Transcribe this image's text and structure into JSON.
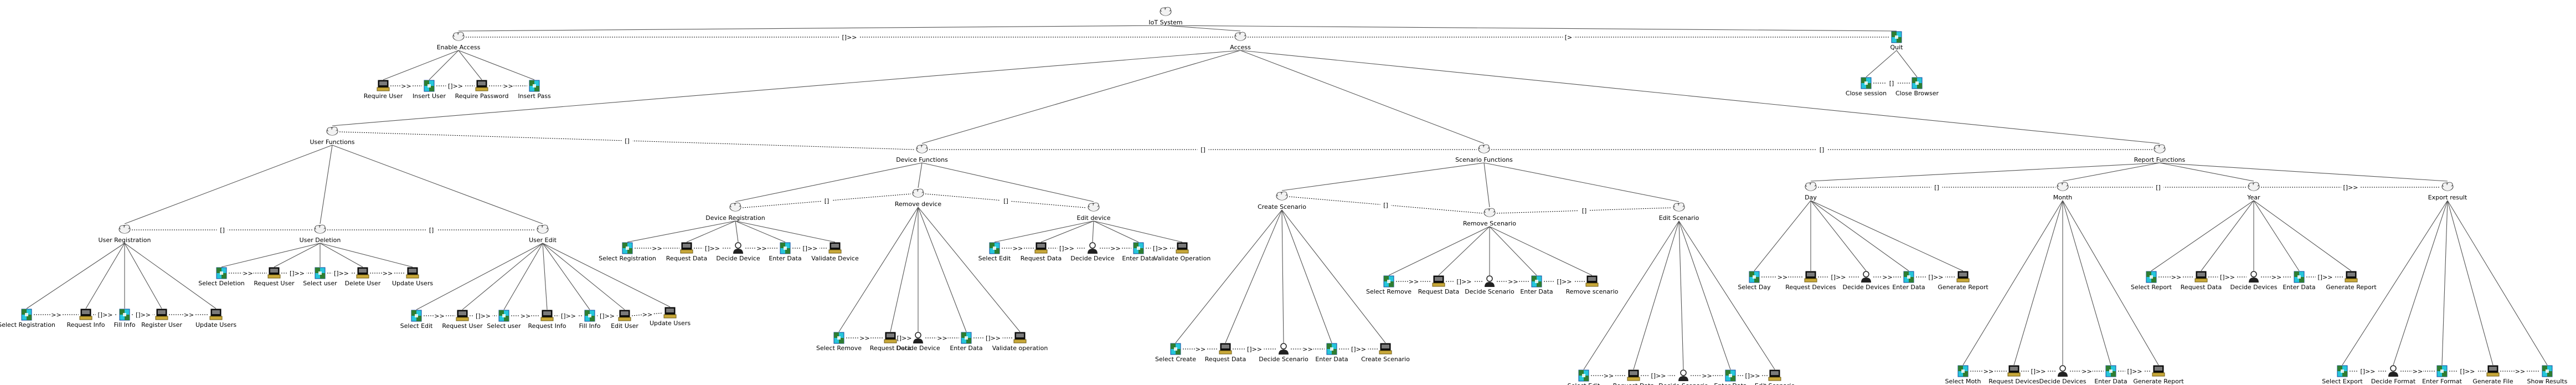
{
  "tasks": {
    "root": {
      "label": "IoT System",
      "kind": "abstract"
    },
    "enable_access": {
      "label": "Enable Access",
      "kind": "abstract"
    },
    "access": {
      "label": "Access",
      "kind": "abstract"
    },
    "quit": {
      "label": "Quit",
      "kind": "interaction"
    },
    "require_user": {
      "label": "Require User",
      "kind": "application"
    },
    "insert_user": {
      "label": "Insert User",
      "kind": "interaction"
    },
    "require_password": {
      "label": "Require Password",
      "kind": "application"
    },
    "insert_pass": {
      "label": "Insert Pass",
      "kind": "interaction"
    },
    "close_session": {
      "label": "Close session",
      "kind": "interaction"
    },
    "close_browser": {
      "label": "Close Browser",
      "kind": "interaction"
    },
    "user_functions": {
      "label": "User Functions",
      "kind": "abstract"
    },
    "device_functions": {
      "label": "Device Functions",
      "kind": "abstract"
    },
    "scenario_functions": {
      "label": "Scenario Functions",
      "kind": "abstract"
    },
    "report_functions": {
      "label": "Report Functions",
      "kind": "abstract"
    },
    "user_registration": {
      "label": "User Registration",
      "kind": "abstract"
    },
    "user_deletion": {
      "label": "User Deletion",
      "kind": "abstract"
    },
    "user_edit": {
      "label": "User Edit",
      "kind": "abstract"
    },
    "ur_select": {
      "label": "Select Registration",
      "kind": "interaction"
    },
    "ur_request": {
      "label": "Request Info",
      "kind": "application"
    },
    "ur_fill": {
      "label": "Fill Info",
      "kind": "interaction"
    },
    "ur_register": {
      "label": "Register User",
      "kind": "application"
    },
    "ur_update": {
      "label": "Update Users",
      "kind": "application"
    },
    "ud_select": {
      "label": "Select Deletion",
      "kind": "interaction"
    },
    "ud_request": {
      "label": "Request User",
      "kind": "application"
    },
    "ud_selectuser": {
      "label": "Select user",
      "kind": "interaction"
    },
    "ud_delete": {
      "label": "Delete User",
      "kind": "application"
    },
    "ud_update": {
      "label": "Update Users",
      "kind": "application"
    },
    "ue_select": {
      "label": "Select Edit",
      "kind": "interaction"
    },
    "ue_request": {
      "label": "Request User",
      "kind": "application"
    },
    "ue_selectuser": {
      "label": "Select user",
      "kind": "interaction"
    },
    "ue_reqinfo": {
      "label": "Request Info",
      "kind": "application"
    },
    "ue_fill": {
      "label": "Fill Info",
      "kind": "interaction"
    },
    "ue_edit": {
      "label": "Edit User",
      "kind": "application"
    },
    "ue_update": {
      "label": "Update Users",
      "kind": "application"
    },
    "device_registration": {
      "label": "Device Registration",
      "kind": "abstract"
    },
    "remove_device": {
      "label": "Remove device",
      "kind": "abstract"
    },
    "edit_device": {
      "label": "Edit device",
      "kind": "abstract"
    },
    "dr_select": {
      "label": "Select Registration",
      "kind": "interaction"
    },
    "dr_request": {
      "label": "Request Data",
      "kind": "application"
    },
    "dr_decide": {
      "label": "Decide Device",
      "kind": "user"
    },
    "dr_enter": {
      "label": "Enter Data",
      "kind": "interaction"
    },
    "dr_validate": {
      "label": "Validate Device",
      "kind": "application"
    },
    "rd_select": {
      "label": "Select Remove",
      "kind": "interaction"
    },
    "rd_request": {
      "label": "Request Data",
      "kind": "application"
    },
    "rd_decide": {
      "label": "Decide Device",
      "kind": "user"
    },
    "rd_enter": {
      "label": "Enter Data",
      "kind": "interaction"
    },
    "rd_validate": {
      "label": "Validate operation",
      "kind": "application"
    },
    "ed_select": {
      "label": "Select Edit",
      "kind": "interaction"
    },
    "ed_request": {
      "label": "Request Data",
      "kind": "application"
    },
    "ed_decide": {
      "label": "Decide Device",
      "kind": "user"
    },
    "ed_enter": {
      "label": "Enter Data",
      "kind": "interaction"
    },
    "ed_validate": {
      "label": "Validate Operation",
      "kind": "application"
    },
    "create_scenario": {
      "label": "Create Scenario",
      "kind": "abstract"
    },
    "remove_scenario": {
      "label": "Remove Scenario",
      "kind": "abstract"
    },
    "edit_scenario": {
      "label": "Edit Scenario",
      "kind": "abstract"
    },
    "cs_select": {
      "label": "Select Create",
      "kind": "interaction"
    },
    "cs_request": {
      "label": "Request Data",
      "kind": "application"
    },
    "cs_decide": {
      "label": "Decide Scenario",
      "kind": "user"
    },
    "cs_enter": {
      "label": "Enter Data",
      "kind": "interaction"
    },
    "cs_create": {
      "label": "Create Scenario",
      "kind": "application"
    },
    "rs_select": {
      "label": "Select Remove",
      "kind": "interaction"
    },
    "rs_request": {
      "label": "Request Data",
      "kind": "application"
    },
    "rs_decide": {
      "label": "Decide Scenario",
      "kind": "user"
    },
    "rs_enter": {
      "label": "Enter Data",
      "kind": "interaction"
    },
    "rs_remove": {
      "label": "Remove scenario",
      "kind": "application"
    },
    "es_select": {
      "label": "Select Edit",
      "kind": "interaction"
    },
    "es_request": {
      "label": "Request Data",
      "kind": "application"
    },
    "es_decide": {
      "label": "Decide Scenario",
      "kind": "user"
    },
    "es_enter": {
      "label": "Enter Data",
      "kind": "interaction"
    },
    "es_edit": {
      "label": "Edit Scenario",
      "kind": "application"
    },
    "day": {
      "label": "Day",
      "kind": "abstract"
    },
    "month": {
      "label": "Month",
      "kind": "abstract"
    },
    "year": {
      "label": "Year",
      "kind": "abstract"
    },
    "export_result": {
      "label": "Export result",
      "kind": "abstract"
    },
    "d_select": {
      "label": "Select Day",
      "kind": "interaction"
    },
    "d_request": {
      "label": "Request Devices",
      "kind": "application"
    },
    "d_decide": {
      "label": "Decide Devices",
      "kind": "user"
    },
    "d_enter": {
      "label": "Enter Data",
      "kind": "interaction"
    },
    "d_generate": {
      "label": "Generate Report",
      "kind": "application"
    },
    "m_select": {
      "label": "Select Moth",
      "kind": "interaction"
    },
    "m_request": {
      "label": "Request Devices",
      "kind": "application"
    },
    "m_decide": {
      "label": "Decide Devices",
      "kind": "user"
    },
    "m_enter": {
      "label": "Enter Data",
      "kind": "interaction"
    },
    "m_generate": {
      "label": "Generate Report",
      "kind": "application"
    },
    "y_select": {
      "label": "Select Report",
      "kind": "interaction"
    },
    "y_request": {
      "label": "Request Data",
      "kind": "application"
    },
    "y_decide": {
      "label": "Decide Devices",
      "kind": "user"
    },
    "y_enter": {
      "label": "Enter Data",
      "kind": "interaction"
    },
    "y_generate": {
      "label": "Generate Report",
      "kind": "application"
    },
    "x_select": {
      "label": "Select Export",
      "kind": "interaction"
    },
    "x_decide": {
      "label": "Decide Format",
      "kind": "user"
    },
    "x_enter": {
      "label": "Enter Format",
      "kind": "interaction"
    },
    "x_generate": {
      "label": "Generate File",
      "kind": "application"
    },
    "x_show": {
      "label": "Show Results",
      "kind": "interaction"
    }
  },
  "tree": [
    [
      "root",
      [
        "enable_access",
        "access",
        "quit"
      ]
    ],
    [
      "enable_access",
      [
        "require_user",
        "insert_user",
        "require_password",
        "insert_pass"
      ]
    ],
    [
      "quit",
      [
        "close_session",
        "close_browser"
      ]
    ],
    [
      "access",
      [
        "user_functions",
        "device_functions",
        "scenario_functions",
        "report_functions"
      ]
    ],
    [
      "user_functions",
      [
        "user_registration",
        "user_deletion",
        "user_edit"
      ]
    ],
    [
      "user_registration",
      [
        "ur_select",
        "ur_request",
        "ur_fill",
        "ur_register",
        "ur_update"
      ]
    ],
    [
      "user_deletion",
      [
        "ud_select",
        "ud_request",
        "ud_selectuser",
        "ud_delete",
        "ud_update"
      ]
    ],
    [
      "user_edit",
      [
        "ue_select",
        "ue_request",
        "ue_selectuser",
        "ue_reqinfo",
        "ue_fill",
        "ue_edit",
        "ue_update"
      ]
    ],
    [
      "device_functions",
      [
        "device_registration",
        "remove_device",
        "edit_device"
      ]
    ],
    [
      "device_registration",
      [
        "dr_select",
        "dr_request",
        "dr_decide",
        "dr_enter",
        "dr_validate"
      ]
    ],
    [
      "remove_device",
      [
        "rd_select",
        "rd_request",
        "rd_decide",
        "rd_enter",
        "rd_validate"
      ]
    ],
    [
      "edit_device",
      [
        "ed_select",
        "ed_request",
        "ed_decide",
        "ed_enter",
        "ed_validate"
      ]
    ],
    [
      "scenario_functions",
      [
        "create_scenario",
        "remove_scenario",
        "edit_scenario"
      ]
    ],
    [
      "create_scenario",
      [
        "cs_select",
        "cs_request",
        "cs_decide",
        "cs_enter",
        "cs_create"
      ]
    ],
    [
      "remove_scenario",
      [
        "rs_select",
        "rs_request",
        "rs_decide",
        "rs_enter",
        "rs_remove"
      ]
    ],
    [
      "edit_scenario",
      [
        "es_select",
        "es_request",
        "es_decide",
        "es_enter",
        "es_edit"
      ]
    ],
    [
      "report_functions",
      [
        "day",
        "month",
        "year",
        "export_result"
      ]
    ],
    [
      "day",
      [
        "d_select",
        "d_request",
        "d_decide",
        "d_enter",
        "d_generate"
      ]
    ],
    [
      "month",
      [
        "m_select",
        "m_request",
        "m_decide",
        "m_enter",
        "m_generate"
      ]
    ],
    [
      "year",
      [
        "y_select",
        "y_request",
        "y_decide",
        "y_enter",
        "y_generate"
      ]
    ],
    [
      "export_result",
      [
        "x_select",
        "x_decide",
        "x_enter",
        "x_generate",
        "x_show"
      ]
    ]
  ],
  "relations": [
    [
      "enable_access",
      "access",
      "[]>>"
    ],
    [
      "access",
      "quit",
      "[>"
    ],
    [
      "require_user",
      "insert_user",
      ">>"
    ],
    [
      "insert_user",
      "require_password",
      "[]>>"
    ],
    [
      "require_password",
      "insert_pass",
      ">>"
    ],
    [
      "close_session",
      "close_browser",
      "[]"
    ],
    [
      "user_functions",
      "device_functions",
      "[]"
    ],
    [
      "device_functions",
      "scenario_functions",
      "[]"
    ],
    [
      "scenario_functions",
      "report_functions",
      "[]"
    ],
    [
      "user_registration",
      "user_deletion",
      "[]"
    ],
    [
      "user_deletion",
      "user_edit",
      "[]"
    ],
    [
      "ur_select",
      "ur_request",
      ">>"
    ],
    [
      "ur_request",
      "ur_fill",
      "[]>>"
    ],
    [
      "ur_fill",
      "ur_register",
      "[]>>"
    ],
    [
      "ur_register",
      "ur_update",
      ">>"
    ],
    [
      "ud_select",
      "ud_request",
      ">>"
    ],
    [
      "ud_request",
      "ud_selectuser",
      "[]>>"
    ],
    [
      "ud_selectuser",
      "ud_delete",
      "[]>>"
    ],
    [
      "ud_delete",
      "ud_update",
      ">>"
    ],
    [
      "ue_select",
      "ue_request",
      ">>"
    ],
    [
      "ue_request",
      "ue_selectuser",
      "[]>>"
    ],
    [
      "ue_selectuser",
      "ue_reqinfo",
      ">>"
    ],
    [
      "ue_reqinfo",
      "ue_fill",
      "[]>>"
    ],
    [
      "ue_fill",
      "ue_edit",
      "[]>>"
    ],
    [
      "ue_edit",
      "ue_update",
      ">>"
    ],
    [
      "device_registration",
      "remove_device",
      "[]"
    ],
    [
      "remove_device",
      "edit_device",
      "[]"
    ],
    [
      "dr_select",
      "dr_request",
      ">>"
    ],
    [
      "dr_request",
      "dr_decide",
      "[]>>"
    ],
    [
      "dr_decide",
      "dr_enter",
      ">>"
    ],
    [
      "dr_enter",
      "dr_validate",
      "[]>>"
    ],
    [
      "rd_select",
      "rd_request",
      ">>"
    ],
    [
      "rd_request",
      "rd_decide",
      "[]>>"
    ],
    [
      "rd_decide",
      "rd_enter",
      ">>"
    ],
    [
      "rd_enter",
      "rd_validate",
      "[]>>"
    ],
    [
      "ed_select",
      "ed_request",
      ">>"
    ],
    [
      "ed_request",
      "ed_decide",
      "[]>>"
    ],
    [
      "ed_decide",
      "ed_enter",
      ">>"
    ],
    [
      "ed_enter",
      "ed_validate",
      "[]>>"
    ],
    [
      "create_scenario",
      "remove_scenario",
      "[]"
    ],
    [
      "remove_scenario",
      "edit_scenario",
      "[]"
    ],
    [
      "cs_select",
      "cs_request",
      ">>"
    ],
    [
      "cs_request",
      "cs_decide",
      "[]>>"
    ],
    [
      "cs_decide",
      "cs_enter",
      ">>"
    ],
    [
      "cs_enter",
      "cs_create",
      "[]>>"
    ],
    [
      "rs_select",
      "rs_request",
      ">>"
    ],
    [
      "rs_request",
      "rs_decide",
      "[]>>"
    ],
    [
      "rs_decide",
      "rs_enter",
      ">>"
    ],
    [
      "rs_enter",
      "rs_remove",
      "[]>>"
    ],
    [
      "es_select",
      "es_request",
      ">>"
    ],
    [
      "es_request",
      "es_decide",
      "[]>>"
    ],
    [
      "es_decide",
      "es_enter",
      ">>"
    ],
    [
      "es_enter",
      "es_edit",
      "[]>>"
    ],
    [
      "day",
      "month",
      "[]"
    ],
    [
      "month",
      "year",
      "[]"
    ],
    [
      "year",
      "export_result",
      "[]>>"
    ],
    [
      "d_select",
      "d_request",
      ">>"
    ],
    [
      "d_request",
      "d_decide",
      "[]>>"
    ],
    [
      "d_decide",
      "d_enter",
      ">>"
    ],
    [
      "d_enter",
      "d_generate",
      "[]>>"
    ],
    [
      "m_select",
      "m_request",
      ">>"
    ],
    [
      "m_request",
      "m_decide",
      "[]>>"
    ],
    [
      "m_decide",
      "m_enter",
      ">>"
    ],
    [
      "m_enter",
      "m_generate",
      "[]>>"
    ],
    [
      "y_select",
      "y_request",
      ">>"
    ],
    [
      "y_request",
      "y_decide",
      "[]>>"
    ],
    [
      "y_decide",
      "y_enter",
      ">>"
    ],
    [
      "y_enter",
      "y_generate",
      "[]>>"
    ],
    [
      "x_select",
      "x_decide",
      "[]>>"
    ],
    [
      "x_decide",
      "x_enter",
      ">>"
    ],
    [
      "x_enter",
      "x_generate",
      "[]>>"
    ],
    [
      "x_generate",
      "x_show",
      ">>"
    ]
  ],
  "legend_colors": {
    "abstract": "#f2f2f2",
    "interaction_a": "#2e7d32",
    "interaction_b": "#26c6da",
    "application_screen": "#111111",
    "application_base": "#c8a83a",
    "user": "#222222"
  }
}
